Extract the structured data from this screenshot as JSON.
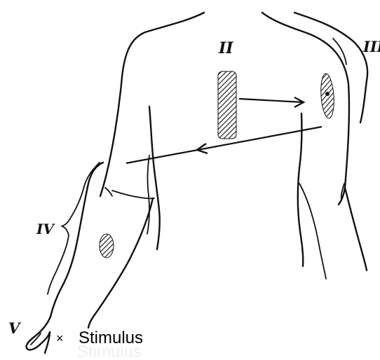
{
  "labels": {
    "region_2": "II",
    "region_3": "III",
    "region_4": "IV",
    "region_5": "V"
  },
  "stimulus": {
    "marker": "×",
    "label": "Stimulus"
  },
  "colors": {
    "ink": "#111111",
    "background": "#ffffff"
  }
}
